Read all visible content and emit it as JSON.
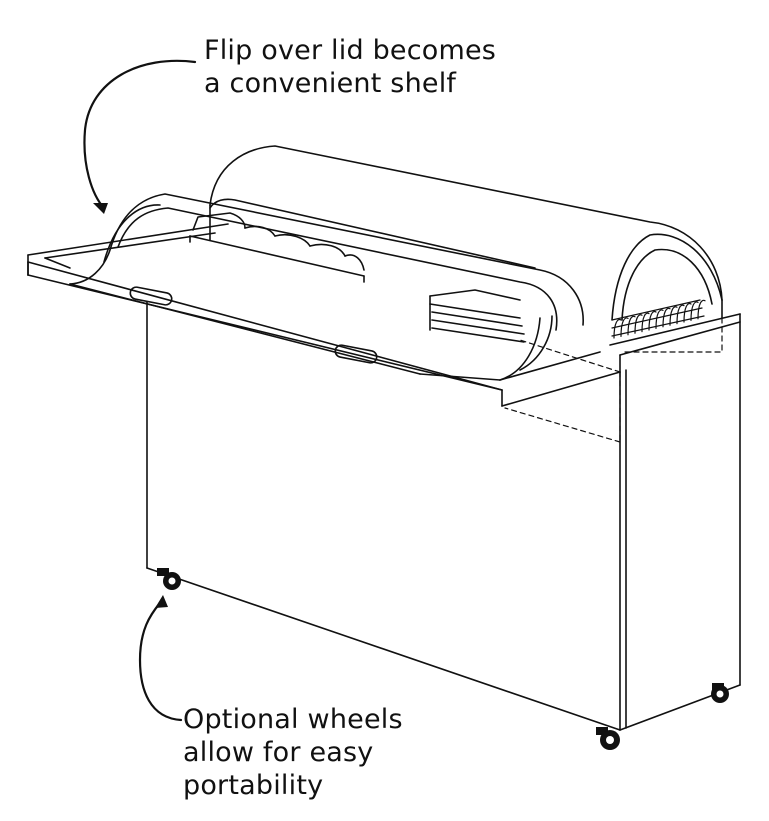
{
  "colors": {
    "ink": "#111111",
    "background": "#ffffff"
  },
  "callouts": {
    "lid": {
      "lines": [
        "Flip over lid becomes",
        "a convenient shelf"
      ]
    },
    "wheels": {
      "lines": [
        "Optional wheels",
        "allow for easy",
        "portability"
      ]
    }
  },
  "icons": [
    "curved-arrow-icon",
    "caster-wheel-icon"
  ]
}
